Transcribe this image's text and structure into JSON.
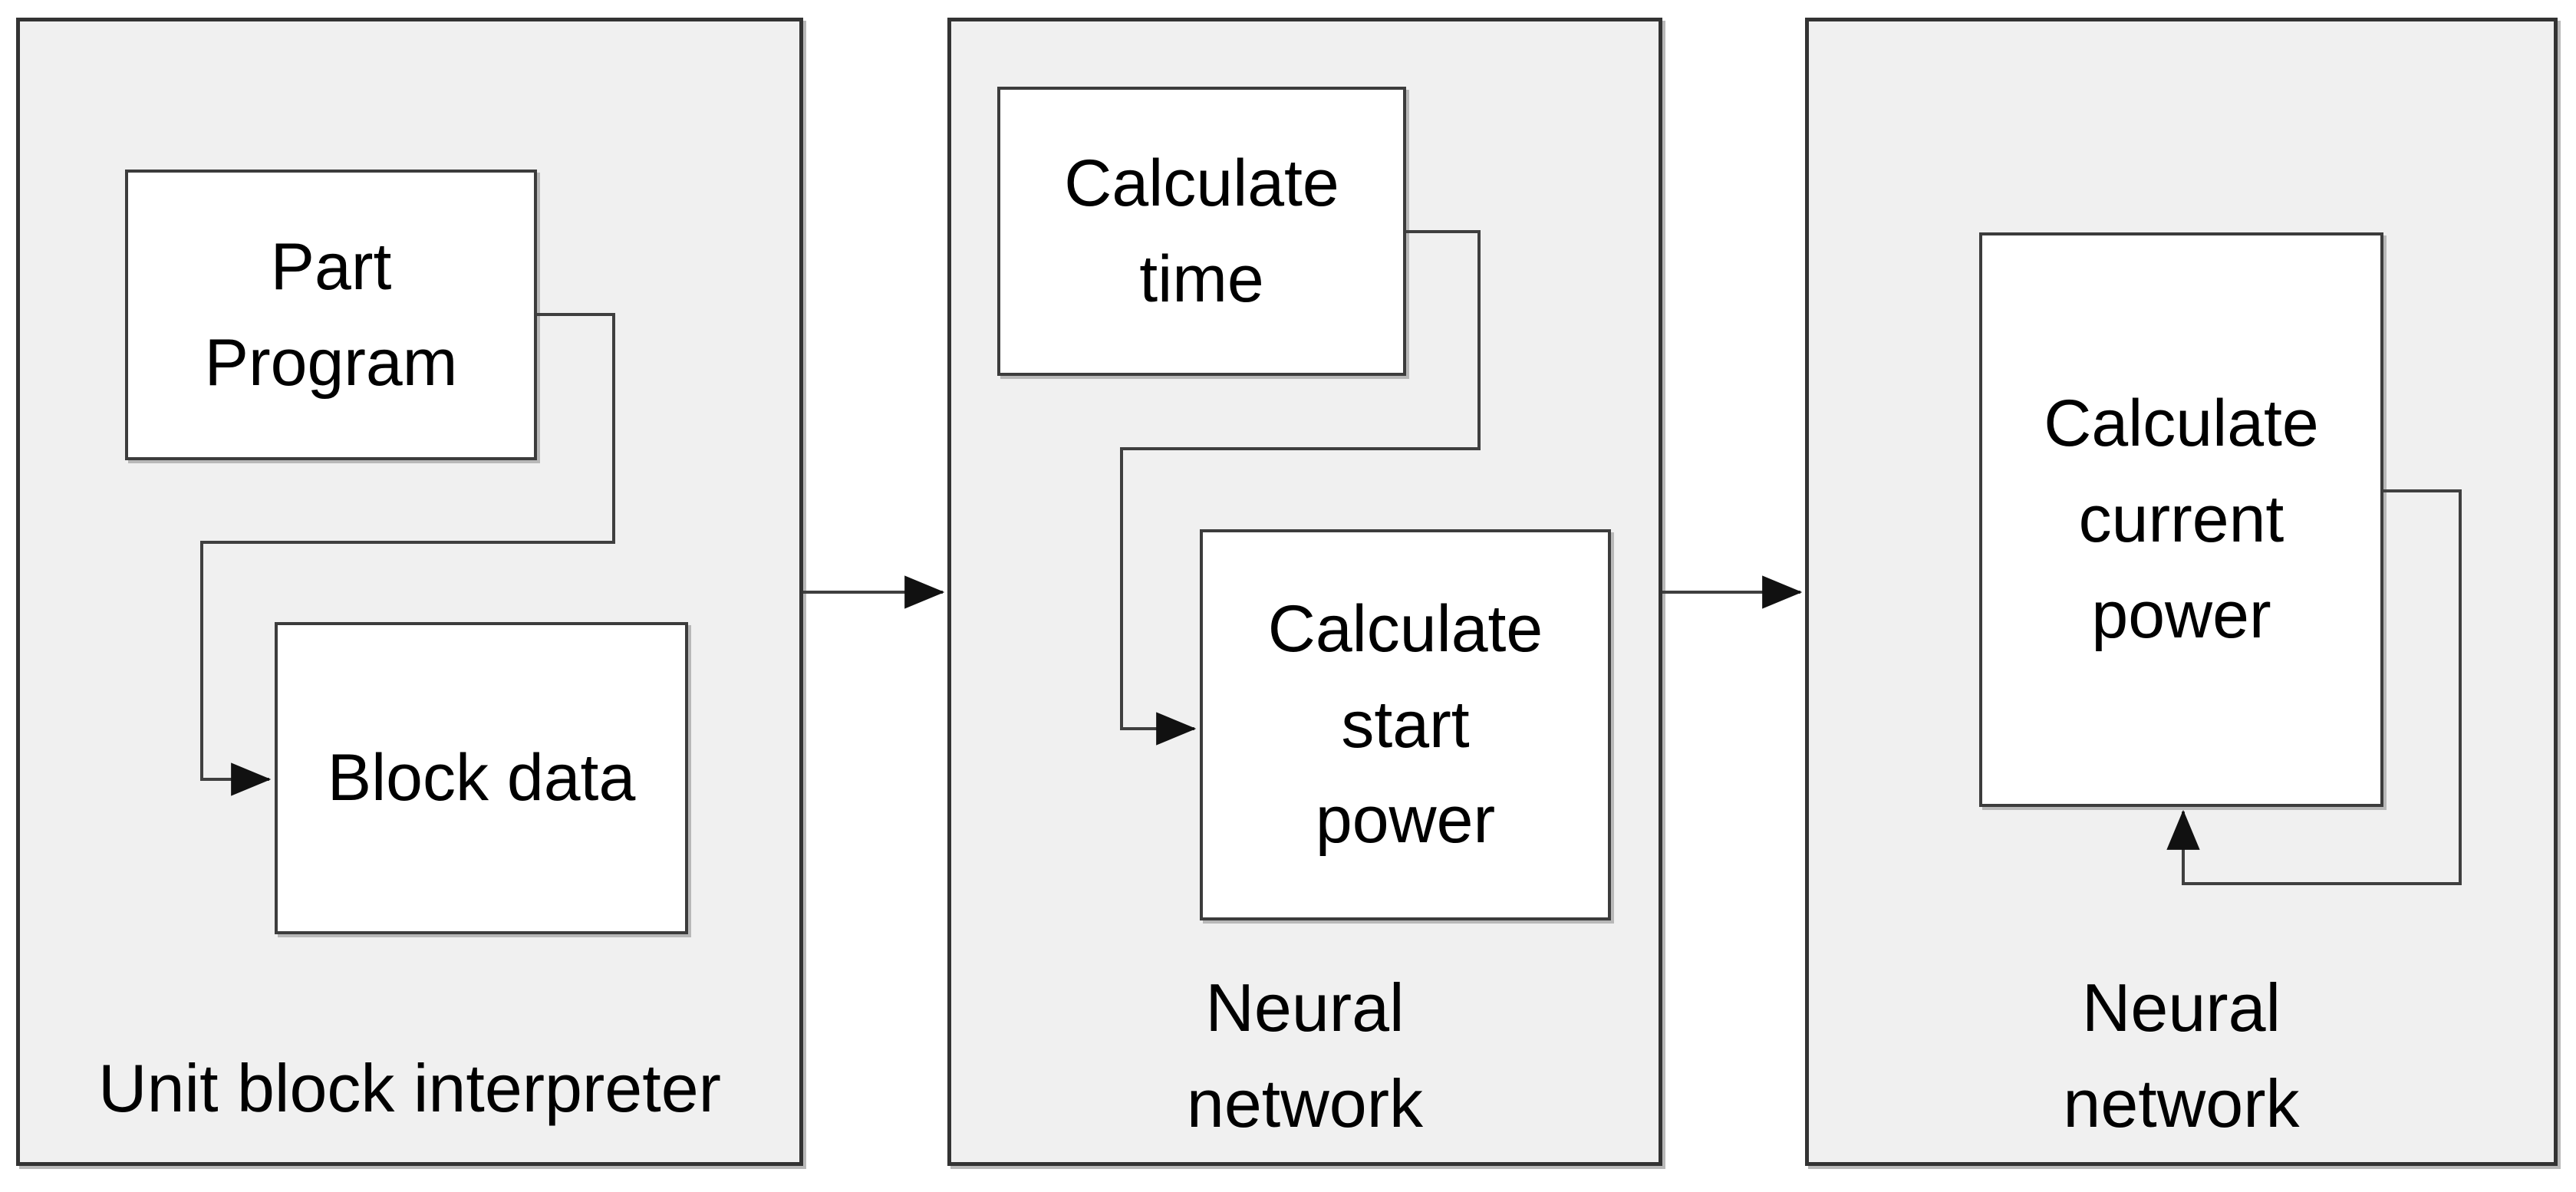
{
  "diagram": {
    "type": "flowchart",
    "colors": {
      "background": "#ffffff",
      "panel_fill": "#f0f0f0",
      "panel_border": "#333333",
      "box_fill": "#ffffff",
      "box_border": "#3c3c3c",
      "connector": "#3f3f3f",
      "arrowhead": "#111111",
      "text": "#000000"
    },
    "panels": [
      {
        "id": "unit-block-interpreter",
        "label": "Unit block interpreter",
        "boxes": [
          {
            "id": "part-program",
            "label": "Part\nProgram"
          },
          {
            "id": "block-data",
            "label": "Block data"
          }
        ]
      },
      {
        "id": "neural-network-1",
        "label": "Neural\nnetwork",
        "boxes": [
          {
            "id": "calculate-time",
            "label": "Calculate\ntime"
          },
          {
            "id": "calculate-start-power",
            "label": "Calculate\nstart\npower"
          }
        ]
      },
      {
        "id": "neural-network-2",
        "label": "Neural\nnetwork",
        "boxes": [
          {
            "id": "calculate-current-power",
            "label": "Calculate\ncurrent\npower"
          }
        ]
      }
    ],
    "connectors": [
      {
        "from": "part-program",
        "to": "block-data",
        "style": "elbow-arrow"
      },
      {
        "from": "calculate-time",
        "to": "calculate-start-power",
        "style": "elbow-arrow"
      },
      {
        "from": "calculate-current-power",
        "to": "calculate-current-power",
        "style": "feedback-loop-arrow"
      },
      {
        "from": "unit-block-interpreter",
        "to": "neural-network-1",
        "style": "straight-arrow"
      },
      {
        "from": "neural-network-1",
        "to": "neural-network-2",
        "style": "straight-arrow"
      }
    ]
  }
}
